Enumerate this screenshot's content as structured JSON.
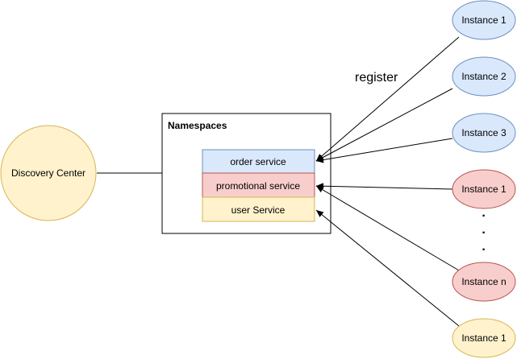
{
  "diagram": {
    "discovery_center": {
      "label": "Discovery Center",
      "fill": "#fff2cc",
      "stroke": "#d6b656"
    },
    "namespaces": {
      "title": "Namespaces"
    },
    "services": [
      {
        "label": "order service",
        "fill": "#dae8fc",
        "stroke": "#6c8ebf"
      },
      {
        "label": "promotional service",
        "fill": "#f8cecc",
        "stroke": "#b85450"
      },
      {
        "label": "user Service",
        "fill": "#fff2cc",
        "stroke": "#d6b656"
      }
    ],
    "instances": [
      {
        "label": "Instance 1",
        "fill": "#dae8fc",
        "stroke": "#6c8ebf"
      },
      {
        "label": "Instance 2",
        "fill": "#dae8fc",
        "stroke": "#6c8ebf"
      },
      {
        "label": "Instance 3",
        "fill": "#dae8fc",
        "stroke": "#6c8ebf"
      },
      {
        "label": "Instance 1",
        "fill": "#f8cecc",
        "stroke": "#b85450"
      },
      {
        "label": "Instance n",
        "fill": "#f8cecc",
        "stroke": "#b85450"
      },
      {
        "label": "Instance 1",
        "fill": "#fff2cc",
        "stroke": "#d6b656"
      }
    ],
    "edge_label": "register",
    "ellipsis": [
      "·",
      "·",
      "·"
    ]
  }
}
